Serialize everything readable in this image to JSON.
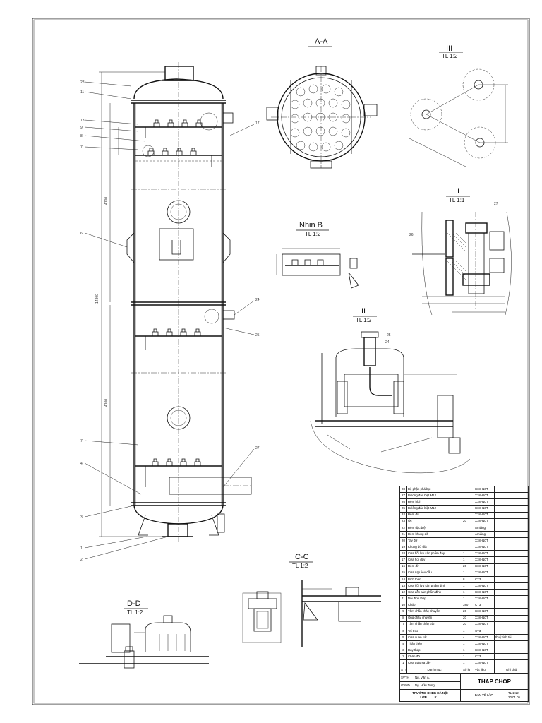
{
  "views": {
    "aa": {
      "title": "A-A"
    },
    "detail3": {
      "title": "III",
      "scale": "TL 1:2"
    },
    "detail1": {
      "title": "I",
      "scale": "TL 1:1"
    },
    "nhinb": {
      "title": "Nhin B",
      "scale": "TL 1:2"
    },
    "detail2": {
      "title": "II",
      "scale": "TL 1:2"
    },
    "cc": {
      "title": "C-C",
      "scale": "TL 1:2"
    },
    "dd": {
      "title": "D-D",
      "scale": "TL 1:2"
    }
  },
  "bom": [
    {
      "no": "28",
      "name": "Bộ phận phá bọt",
      "qty": "",
      "mat": "X18H10T",
      "note": ""
    },
    {
      "no": "27",
      "name": "Bulông đặc biệt M12",
      "qty": "",
      "mat": "X18H10T",
      "note": ""
    },
    {
      "no": "26",
      "name": "Đệm bích",
      "qty": "",
      "mat": "X18H10T",
      "note": ""
    },
    {
      "no": "25",
      "name": "Bulông đặc biệt M12",
      "qty": "",
      "mat": "X18H10T",
      "note": ""
    },
    {
      "no": "24",
      "name": "Đệm đỡ",
      "qty": "",
      "mat": "X18H10T",
      "note": ""
    },
    {
      "no": "23",
      "name": "Ốc",
      "qty": "20",
      "mat": "X18H10T",
      "note": ""
    },
    {
      "no": "22",
      "name": "Đệm đặc biệt",
      "qty": "",
      "mat": "Amiăng",
      "note": ""
    },
    {
      "no": "21",
      "name": "Đệm khung đỡ",
      "qty": "",
      "mat": "Amiăng",
      "note": ""
    },
    {
      "no": "20",
      "name": "Tay đỡ",
      "qty": "",
      "mat": "X18H10T",
      "note": ""
    },
    {
      "no": "19",
      "name": "Khung đỡ đĩa",
      "qty": "",
      "mat": "X18H10T",
      "note": ""
    },
    {
      "no": "18",
      "name": "Cửa hồi lưu sản phẩm đáy",
      "qty": "1",
      "mat": "X18H10T",
      "note": ""
    },
    {
      "no": "17",
      "name": "Cửa hơi đáy",
      "qty": "1",
      "mat": "X18H10T",
      "note": ""
    },
    {
      "no": "16",
      "name": "Đệm đỡ",
      "qty": "20",
      "mat": "X18H10T",
      "note": ""
    },
    {
      "no": "15",
      "name": "Cửa nạp liệu đầu",
      "qty": "1",
      "mat": "X18H10T",
      "note": ""
    },
    {
      "no": "14",
      "name": "Bích thân",
      "qty": "8",
      "mat": "CT3",
      "note": ""
    },
    {
      "no": "13",
      "name": "Cửa hồi lưu sản phẩm đỉnh",
      "qty": "1",
      "mat": "X18H10T",
      "note": ""
    },
    {
      "no": "12",
      "name": "Cửa dẫn sản phẩm đỉnh",
      "qty": "1",
      "mat": "X18H10T",
      "note": ""
    },
    {
      "no": "11",
      "name": "Nối đỉnh thép",
      "qty": "1",
      "mat": "X18H10T",
      "note": ""
    },
    {
      "no": "10",
      "name": "Chóp",
      "qty": "380",
      "mat": "CT3",
      "note": ""
    },
    {
      "no": "9",
      "name": "Tấm chắn chảy chuyền",
      "qty": "20",
      "mat": "X18H10T",
      "note": ""
    },
    {
      "no": "8",
      "name": "Ống chảy chuyền",
      "qty": "20",
      "mat": "X18H10T",
      "note": ""
    },
    {
      "no": "7",
      "name": "Tấm chắn chảy tràn",
      "qty": "20",
      "mat": "X18H10T",
      "note": ""
    },
    {
      "no": "6",
      "name": "Tai treo",
      "qty": "4",
      "mat": "CT3",
      "note": ""
    },
    {
      "no": "5",
      "name": "Cửa quan sát",
      "qty": "4",
      "mat": "X18H10T",
      "note": "thuỷ tinh tối"
    },
    {
      "no": "4",
      "name": "Thân thép",
      "qty": "1",
      "mat": "X18H10T",
      "note": ""
    },
    {
      "no": "3",
      "name": "Đáy thép",
      "qty": "1",
      "mat": "X18H10T",
      "note": ""
    },
    {
      "no": "2",
      "name": "Chân đỡ",
      "qty": "1",
      "mat": "CT3",
      "note": ""
    },
    {
      "no": "1",
      "name": "Cửa tháo sạ đáy",
      "qty": "1",
      "mat": "X18H10T",
      "note": ""
    }
  ],
  "bom_header": {
    "no": "STT",
    "name": "Danh mục",
    "qty": "Số lg",
    "mat": "Vật liệu",
    "note": "Ghi chú"
  },
  "title_block": {
    "drawn_label": "SVTH",
    "drawn_name": "Ng. Văn A.",
    "check_label": "GVHD",
    "check_name": "Ng. Hữu Tùng",
    "title": "THAP CHOP",
    "school": "TRƯỜNG ĐHBK HÀ NỘI",
    "class": "LỚP ........K....",
    "drawing_type": "BẢN VẼ LẮP",
    "scale": "TL 1:12",
    "sheet": "20.01.05"
  }
}
